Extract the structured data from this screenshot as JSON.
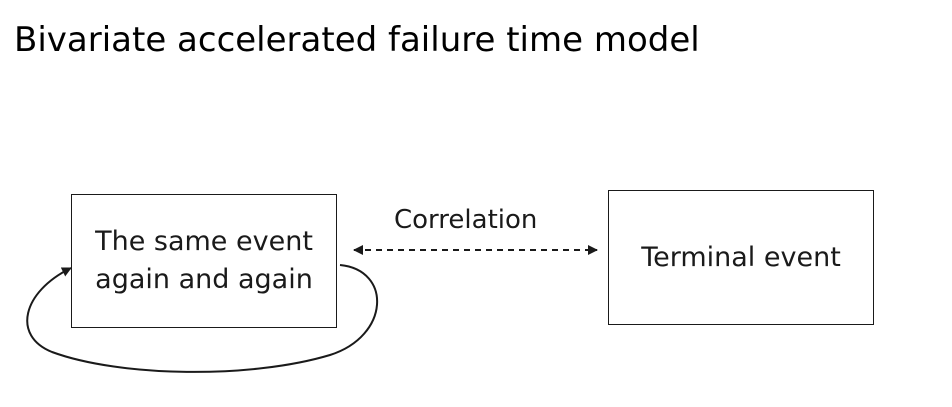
{
  "title": "Bivariate accelerated failure time model",
  "diagram": {
    "nodes": {
      "recurrent": {
        "lines": [
          "The same event",
          "again and again"
        ]
      },
      "terminal": {
        "label": "Terminal event"
      }
    },
    "edges": {
      "correlation": {
        "label": "Correlation",
        "style": "dashed",
        "direction": "bidirectional"
      },
      "self_loop": {
        "label": "",
        "style": "solid",
        "direction": "recurrent-to-recurrent"
      }
    },
    "colors": {
      "stroke": "#1a1a1a",
      "background": "#ffffff"
    }
  }
}
